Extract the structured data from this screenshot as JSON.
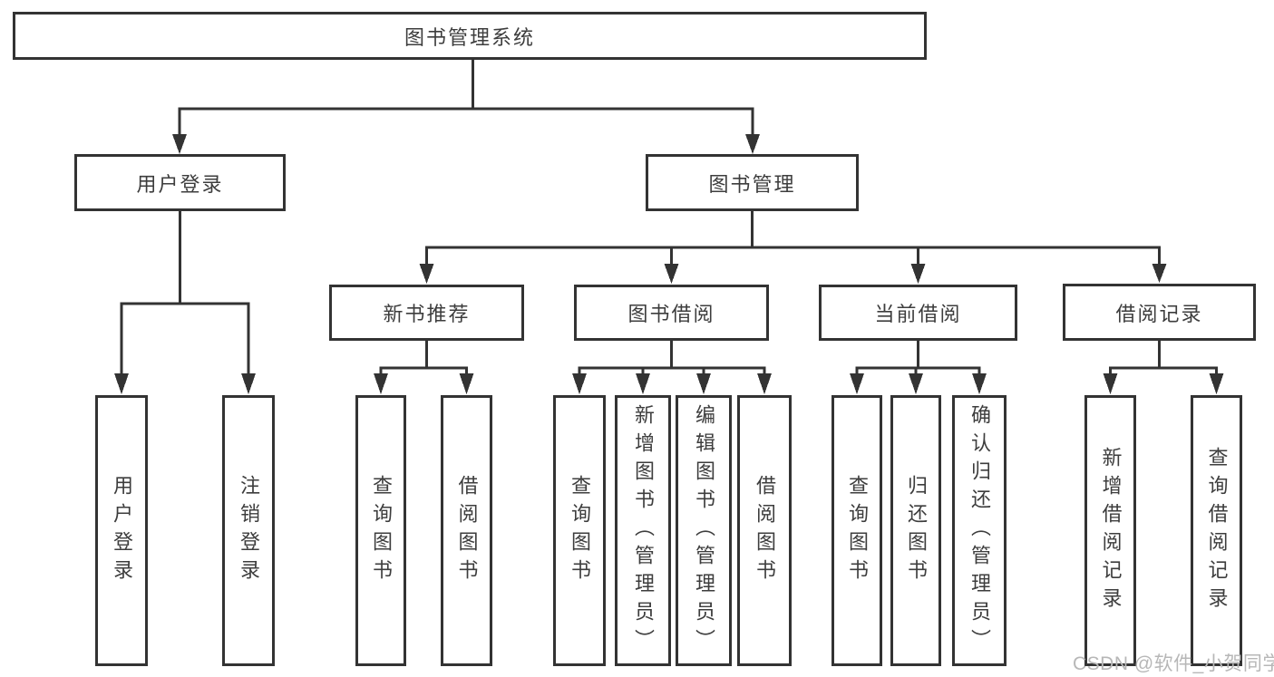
{
  "tree": {
    "root": {
      "label": "图书管理系统",
      "children": [
        {
          "label": "用户登录",
          "children": [
            {
              "label": "用户登录"
            },
            {
              "label": "注销登录"
            }
          ]
        },
        {
          "label": "图书管理",
          "children": [
            {
              "label": "新书推荐",
              "children": [
                {
                  "label": "查询图书"
                },
                {
                  "label": "借阅图书"
                }
              ]
            },
            {
              "label": "图书借阅",
              "children": [
                {
                  "label": "查询图书"
                },
                {
                  "label": "新增图书（管理员）"
                },
                {
                  "label": "编辑图书（管理员）"
                },
                {
                  "label": "借阅图书"
                }
              ]
            },
            {
              "label": "当前借阅",
              "children": [
                {
                  "label": "查询图书"
                },
                {
                  "label": "归还图书"
                },
                {
                  "label": "确认归还（管理员）"
                }
              ]
            },
            {
              "label": "借阅记录",
              "children": [
                {
                  "label": "新增借阅记录"
                },
                {
                  "label": "查询借阅记录"
                }
              ]
            }
          ]
        }
      ]
    }
  },
  "watermark": {
    "text": "CSDN @软件_小贺同学"
  },
  "colors": {
    "line": "#333333",
    "box_border": "#333333",
    "text": "#3d3d3d",
    "background": "#ffffff",
    "watermark": "#b7b7b7"
  }
}
